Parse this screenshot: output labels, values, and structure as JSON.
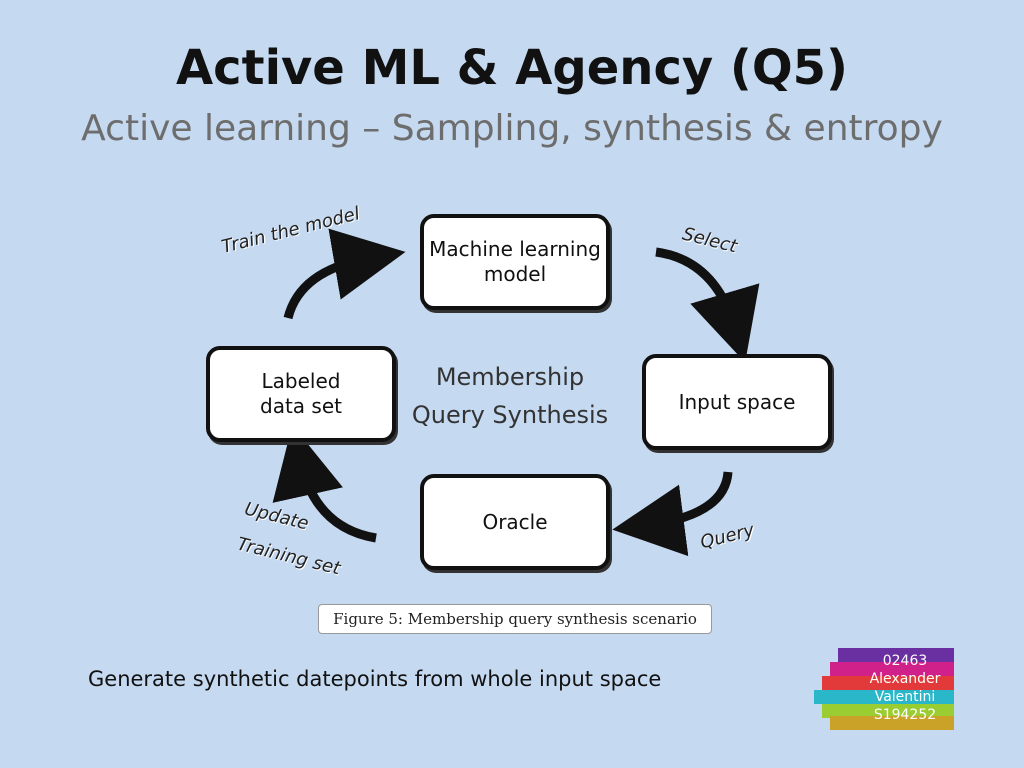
{
  "header": {
    "title": "Active ML & Agency (Q5)",
    "subtitle": "Active learning – Sampling, synthesis & entropy"
  },
  "diagram": {
    "nodes": {
      "ml_model": "Machine learning\nmodel",
      "input_space": "Input space",
      "oracle": "Oracle",
      "labeled_data": "Labeled\ndata set"
    },
    "center_label": "Membership\nQuery Synthesis",
    "arrow_labels": {
      "train": "Train the model",
      "select": "Select",
      "query": "Query",
      "update": "Update",
      "training_set": "Training set"
    },
    "caption": "Figure 5: Membership query synthesis scenario"
  },
  "body_text": "Generate synthetic datepoints from whole input space",
  "badge": {
    "lines": [
      "02463",
      "Alexander",
      "Valentini",
      "S194252"
    ],
    "colors": [
      "#6a2fa0",
      "#d0208a",
      "#e23a3a",
      "#2ab7c9",
      "#9acd32",
      "#c9a227"
    ]
  }
}
